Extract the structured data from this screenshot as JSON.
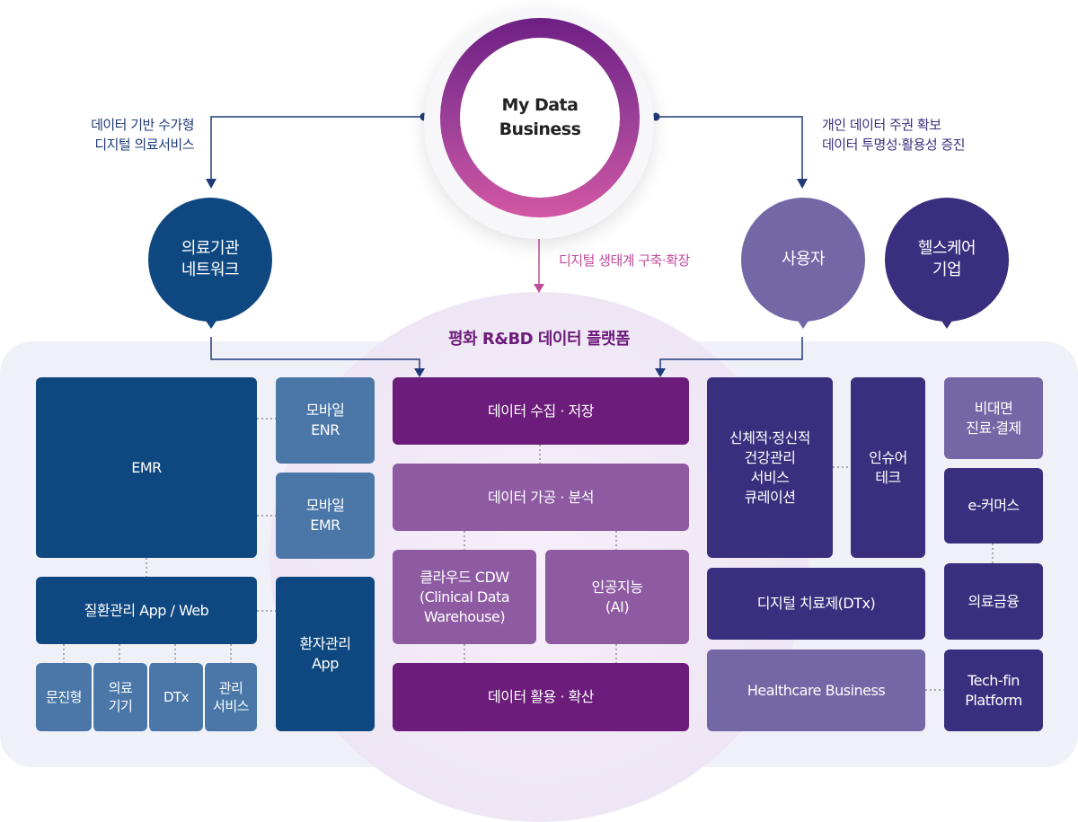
{
  "hub": {
    "title": "My Data\nBusiness"
  },
  "left_caption": "데이터 기반 수가형\n디지털 의료서비스",
  "right_caption": "개인 데이터 주권 확보\n데이터 투명성·활용성 증진",
  "center_caption": "디지털 생태계 구축·확장",
  "nodes": {
    "hospital_network": "의료기관\n네트워크",
    "user": "사용자",
    "healthcare_company": "헬스케어\n기업"
  },
  "platform_title": "평화 R&BD 데이터 플랫폼",
  "left_group": {
    "emr": "EMR",
    "mobile_enr": "모바일\nENR",
    "mobile_emr": "모바일\nEMR",
    "disease_app": "질환관리 App / Web",
    "patient_app": "환자관리\nApp",
    "sub_items": [
      "문진형",
      "의료\n기기",
      "DTx",
      "관리\n서비스"
    ]
  },
  "center_group": {
    "collect": "데이터 수집 · 저장",
    "process": "데이터 가공 · 분석",
    "cloud_cdw": "클라우드 CDW\n(Clinical Data\nWarehouse)",
    "ai": "인공지능\n(AI)",
    "utilize": "데이터 활용 · 확산"
  },
  "right_group": {
    "curation": "신체적·정신적\n건강관리\n서비스\n큐레이션",
    "insurtech": "인슈어\n테크",
    "dtx": "디지털 치료제(DTx)",
    "healthcare_business": "Healthcare Business",
    "telemedicine": "비대면\n진료·결제",
    "ecommerce": "e-커머스",
    "medical_finance": "의료금융",
    "techfin": "Tech-fin\nPlatform"
  },
  "colors": {
    "navy": "#0f4880",
    "steel_blue": "#4a77a8",
    "purple": "#6c1c7a",
    "orchid": "#8e5ba3",
    "indigo": "#3a2f7e",
    "lavender": "#7467a6",
    "pink": "#c04c9a"
  }
}
